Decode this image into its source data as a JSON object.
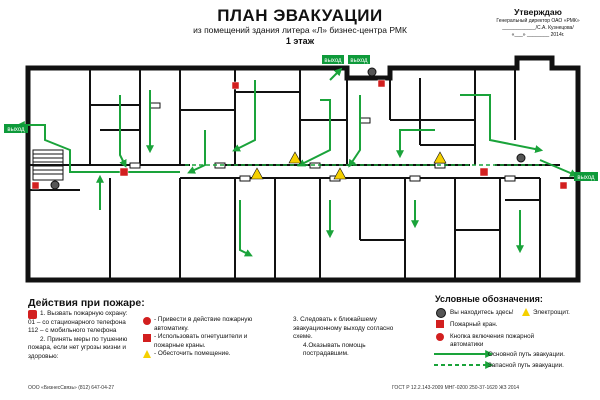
{
  "header": {
    "title": "ПЛАН ЭВАКУАЦИИ",
    "subtitle": "из помещений здания литера «Л» бизнес-центра РМК",
    "floor": "1 этаж"
  },
  "approval": {
    "heading": "Утверждаю",
    "line1": "Генеральный директор ОАО «РМК»",
    "line2": "____________/С.А. Кузнецова/",
    "line3": "«___» ________ 2014г."
  },
  "plan": {
    "exit_label": "выход",
    "wall_color": "#111111",
    "route_color": "#1aa33a",
    "exit_color": "#0e9a3a"
  },
  "actions": {
    "title": "Действия при пожаре:",
    "col1": [
      "1. Вызвать пожарную охрану:",
      "01 – со стационарного телефона",
      "112 – с мобильного телефона",
      "2. Принять меры по тушению",
      "пожара, если нет угрозы жизни и",
      "здоровью:"
    ],
    "col2": [
      "- Привести в действие пожарную",
      "автоматику.",
      "- Использовать огнетушители и",
      "пожарные краны.",
      "- Обесточить помещение."
    ],
    "col3": [
      "3. Следовать к ближайшему",
      "эвакуационному выходу согласно",
      "схеме.",
      "4.Оказывать помощь",
      "пострадавшим."
    ]
  },
  "legend": {
    "title": "Условные обозначения:",
    "items": [
      "Вы находитесь здесь!",
      "Электрощит.",
      "Пожарный кран.",
      "Кнопка включения пожарной",
      "автоматики",
      "Основной путь эвакуации.",
      "Запасной путь эвакуации."
    ]
  },
  "footer": {
    "left": "ООО «БизнесСвязь» (812) 647-04-27",
    "right": "ГОСТ Р 12.2.143-2009 МНГ-0200 250-37-1620 ЖЗ 2014"
  }
}
